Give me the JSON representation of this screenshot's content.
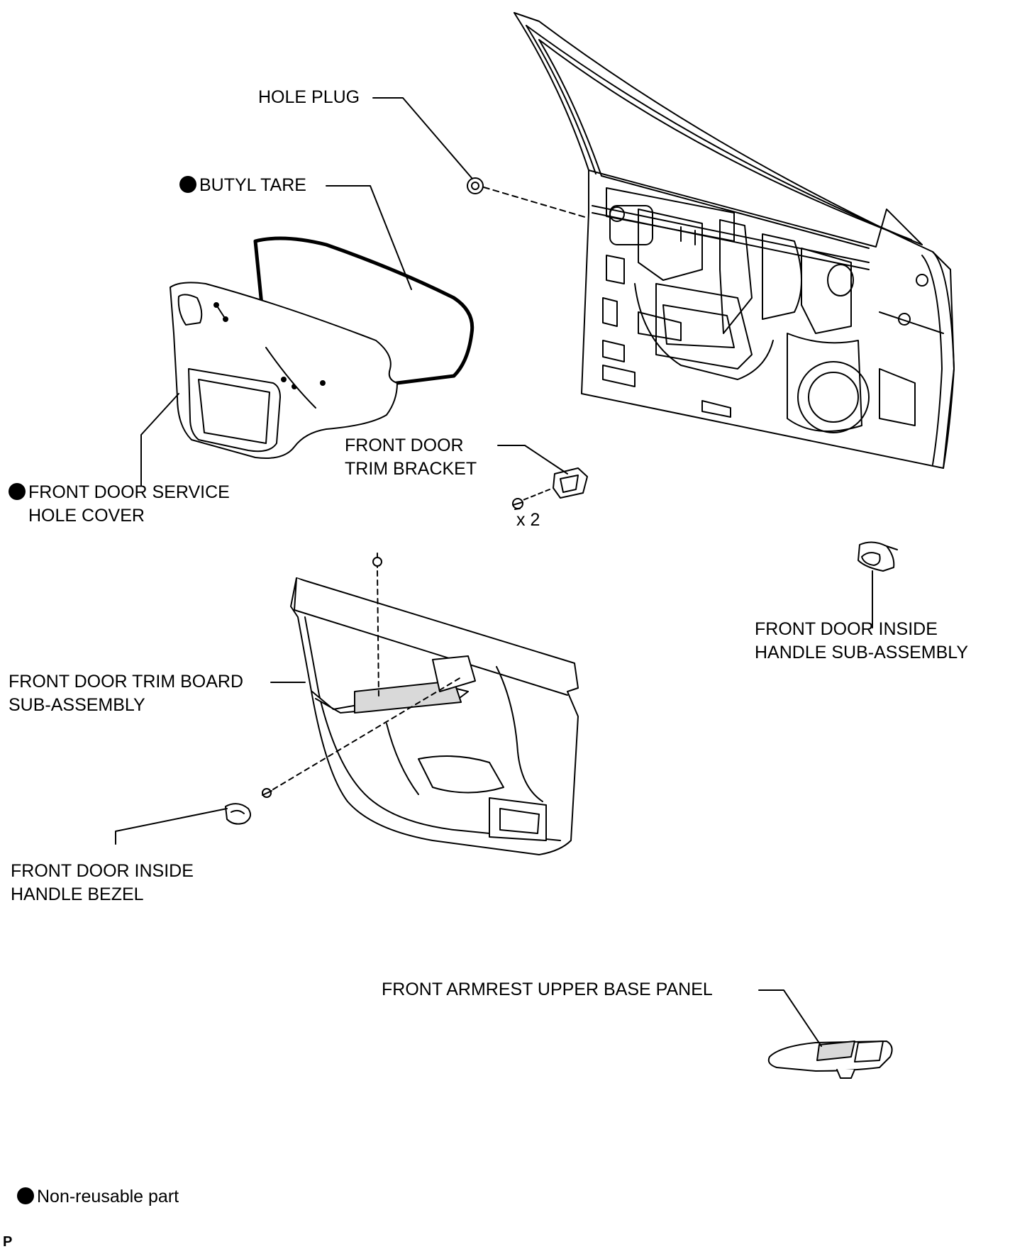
{
  "labels": {
    "hole_plug": "HOLE PLUG",
    "butyl_tape": "BUTYL TARE",
    "service_cover_1": "FRONT DOOR SERVICE",
    "service_cover_2": "HOLE COVER",
    "trim_bracket_1": "FRONT DOOR",
    "trim_bracket_2": "TRIM BRACKET",
    "bracket_qty": "x 2",
    "inside_handle_1": "FRONT DOOR INSIDE",
    "inside_handle_2": "HANDLE SUB-ASSEMBLY",
    "trim_board_1": "FRONT DOOR TRIM BOARD",
    "trim_board_2": "SUB-ASSEMBLY",
    "bezel_1": "FRONT DOOR INSIDE",
    "bezel_2": "HANDLE BEZEL",
    "armrest": "FRONT ARMREST UPPER BASE PANEL"
  },
  "legend": {
    "text": "Non-reusable part"
  },
  "corner_mark": "P",
  "colors": {
    "line": "#000000",
    "fill": "#ffffff",
    "shade": "#d9d9d9"
  }
}
